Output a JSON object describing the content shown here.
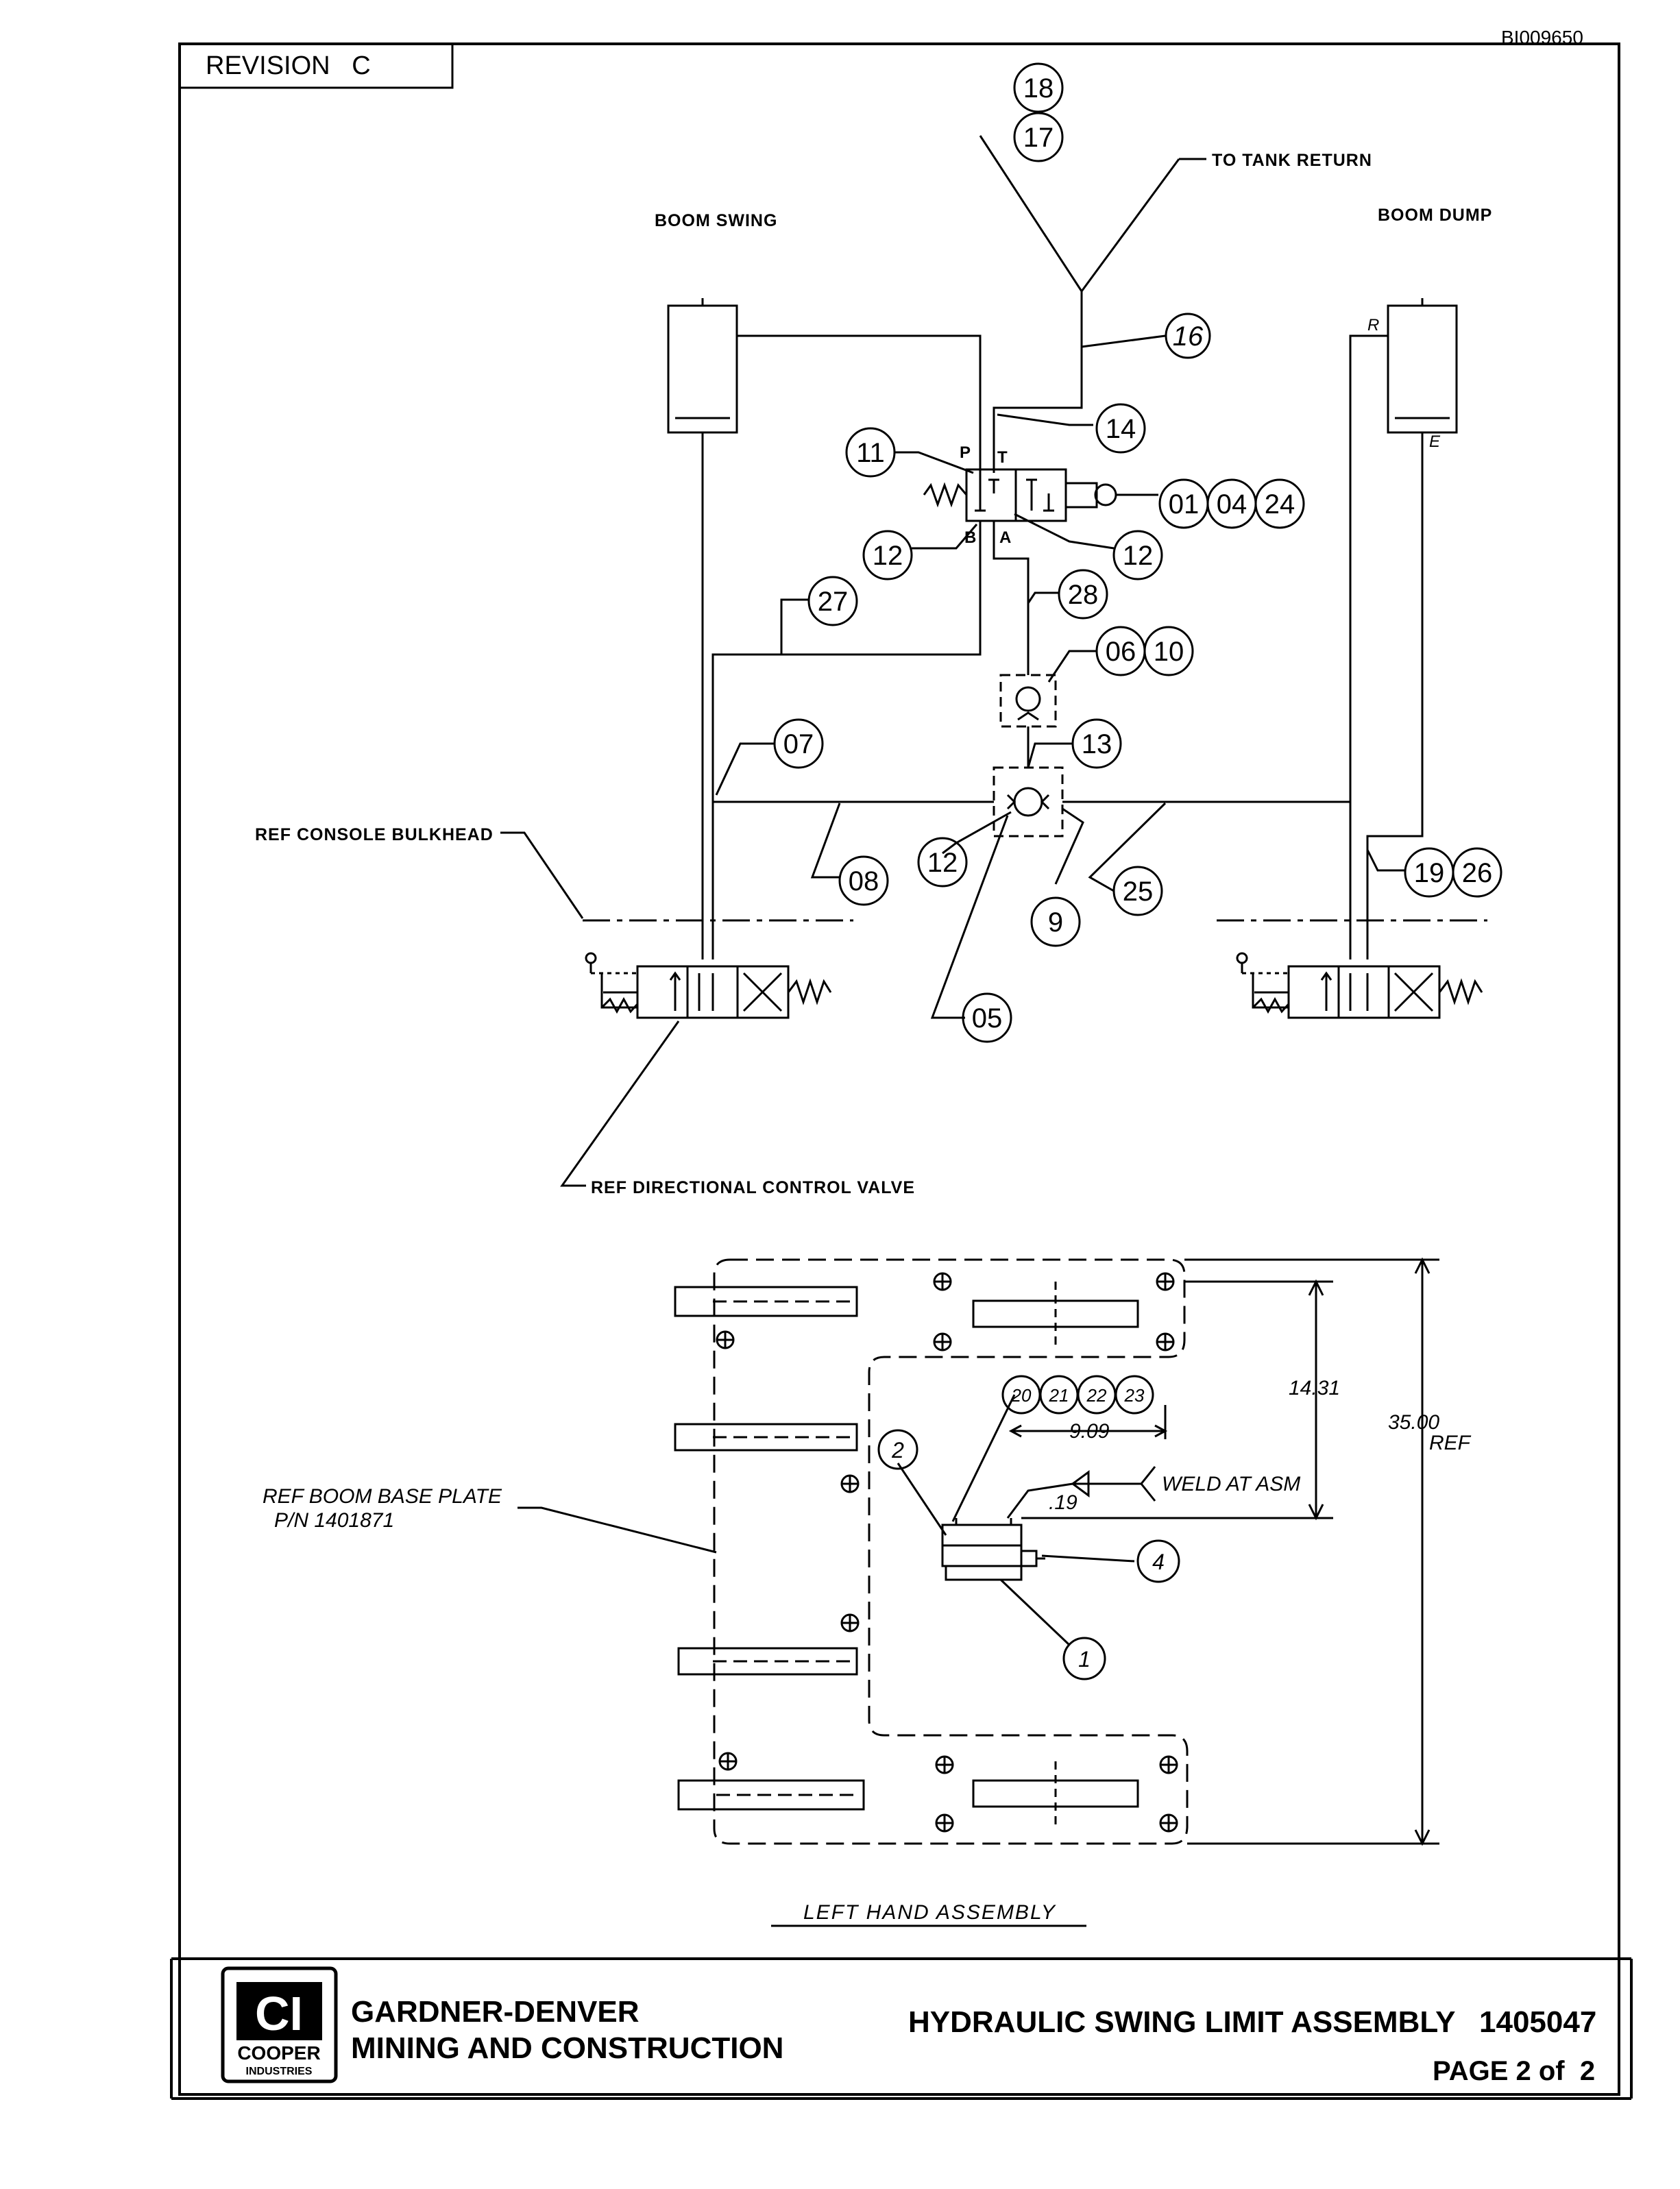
{
  "doc_id": "BI009650",
  "revision": "REVISION   C",
  "labels": {
    "to_tank_return": "TO TANK RETURN",
    "boom_swing": "BOOM SWING",
    "boom_dump": "BOOM DUMP",
    "ref_console_bulkhead": "REF CONSOLE BULKHEAD",
    "ref_directional_control_valve": "REF DIRECTIONAL CONTROL VALVE",
    "ref_boom_base_plate": "REF BOOM BASE PLATE",
    "ref_boom_base_plate_pn": "P/N 1401871",
    "weld_at_asm": "WELD AT ASM",
    "weld_size": ".19",
    "dim_1431": "14.31",
    "dim_909": "9.09",
    "dim_3500": "35.00",
    "dim_ref": "REF",
    "left_hand_assembly": "LEFT HAND ASSEMBLY"
  },
  "ports": {
    "p": "P",
    "t": "T",
    "b": "B",
    "a": "A",
    "r": "R",
    "e": "E"
  },
  "bubbles": {
    "b18": "18",
    "b17": "17",
    "b16": "16",
    "b14": "14",
    "b11": "11",
    "b01": "01",
    "b04": "04",
    "b24": "24",
    "b12a": "12",
    "b12b": "12",
    "b27": "27",
    "b28": "28",
    "b06": "06",
    "b10": "10",
    "b07": "07",
    "b13": "13",
    "b08": "08",
    "b12c": "12",
    "b9": "9",
    "b25": "25",
    "b19": "19",
    "b26": "26",
    "b05": "05",
    "b20": "20",
    "b21": "21",
    "b22": "22",
    "b23": "23",
    "b2": "2",
    "b4": "4",
    "b1": "1"
  },
  "title_block": {
    "logo_top": "CI",
    "logo_company": "COOPER",
    "logo_sub": "INDUSTRIES",
    "company_line1": "GARDNER-DENVER",
    "company_line2": "MINING AND CONSTRUCTION",
    "title": "HYDRAULIC SWING LIMIT ASSEMBLY",
    "part_number": "1405047",
    "page": "PAGE 2 of  2"
  }
}
